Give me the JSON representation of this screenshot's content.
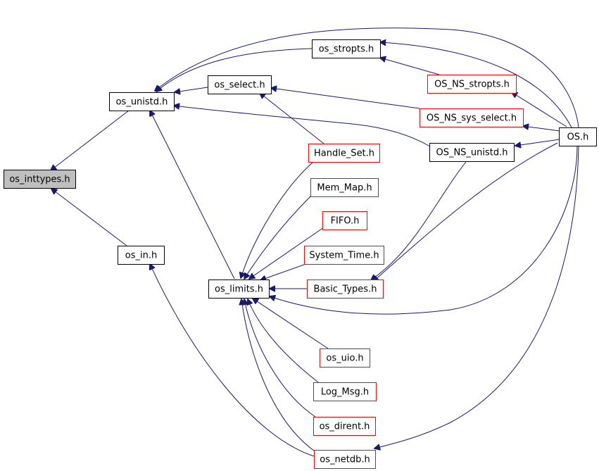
{
  "diagram": {
    "type": "include-dependency-graph",
    "colors": {
      "edge": "#191970",
      "focus_fill": "#bfbfbf",
      "documented_border": "#000000",
      "undocumented_border": "#ff0000"
    },
    "nodes": [
      {
        "id": "os_inttypes",
        "label": "os_inttypes.h"
      },
      {
        "id": "os_unistd",
        "label": "os_unistd.h"
      },
      {
        "id": "os_in",
        "label": "os_in.h"
      },
      {
        "id": "os_select",
        "label": "os_select.h"
      },
      {
        "id": "os_stropts",
        "label": "os_stropts.h"
      },
      {
        "id": "OS_NS_stropts",
        "label": "OS_NS_stropts.h"
      },
      {
        "id": "OS_NS_sys_select",
        "label": "OS_NS_sys_select.h"
      },
      {
        "id": "OS_NS_unistd",
        "label": "OS_NS_unistd.h"
      },
      {
        "id": "OS",
        "label": "OS.h"
      },
      {
        "id": "Handle_Set",
        "label": "Handle_Set.h"
      },
      {
        "id": "Mem_Map",
        "label": "Mem_Map.h"
      },
      {
        "id": "FIFO",
        "label": "FIFO.h"
      },
      {
        "id": "System_Time",
        "label": "System_Time.h"
      },
      {
        "id": "os_limits",
        "label": "os_limits.h"
      },
      {
        "id": "Basic_Types",
        "label": "Basic_Types.h"
      },
      {
        "id": "os_uio",
        "label": "os_uio.h"
      },
      {
        "id": "Log_Msg",
        "label": "Log_Msg.h"
      },
      {
        "id": "os_dirent",
        "label": "os_dirent.h"
      },
      {
        "id": "os_netdb",
        "label": "os_netdb.h"
      }
    ]
  }
}
